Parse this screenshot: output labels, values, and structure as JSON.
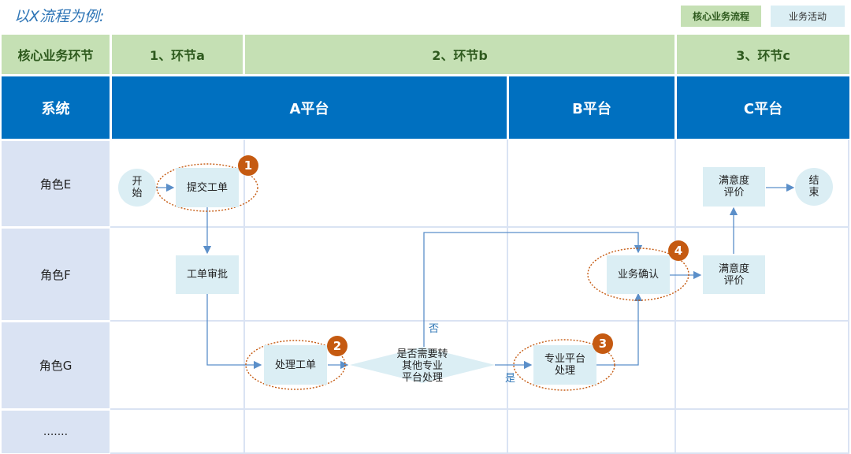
{
  "title": "以X流程为例:",
  "legend": {
    "core_process": "核心业务流程",
    "business_activity": "业务活动"
  },
  "header_row1": {
    "label": "核心业务环节",
    "stage1": "1、环节a",
    "stage2": "2、环节b",
    "stage3": "3、环节c"
  },
  "header_row2": {
    "label": "系统",
    "platform_a": "A平台",
    "platform_b": "B平台",
    "platform_c": "C平台"
  },
  "roles": [
    "角色E",
    "角色F",
    "角色G",
    "......."
  ],
  "nodes": {
    "start": "开\n始",
    "submit_ticket": "提交工单",
    "ticket_review": "工单审批",
    "handle_ticket": "处理工单",
    "decision": "是否需要转\n其他专业\n平台处理",
    "specialist_handling": "专业平台\n处理",
    "business_confirm": "业务确认",
    "satisfaction_f": "满意度\n评价",
    "satisfaction_e": "满意度\n评价",
    "end": "结\n束"
  },
  "edge_labels": {
    "no": "否",
    "yes": "是"
  },
  "badges": [
    "1",
    "2",
    "3",
    "4"
  ],
  "colors": {
    "header_green": "#c5e0b4",
    "header_blue": "#0070c0",
    "role_column": "#dae3f3",
    "activity_box": "#dbeef4",
    "badge": "#c55a11",
    "highlight_ellipse": "#c55a11",
    "connector": "#5b8fc9",
    "title": "#2e75b6"
  }
}
